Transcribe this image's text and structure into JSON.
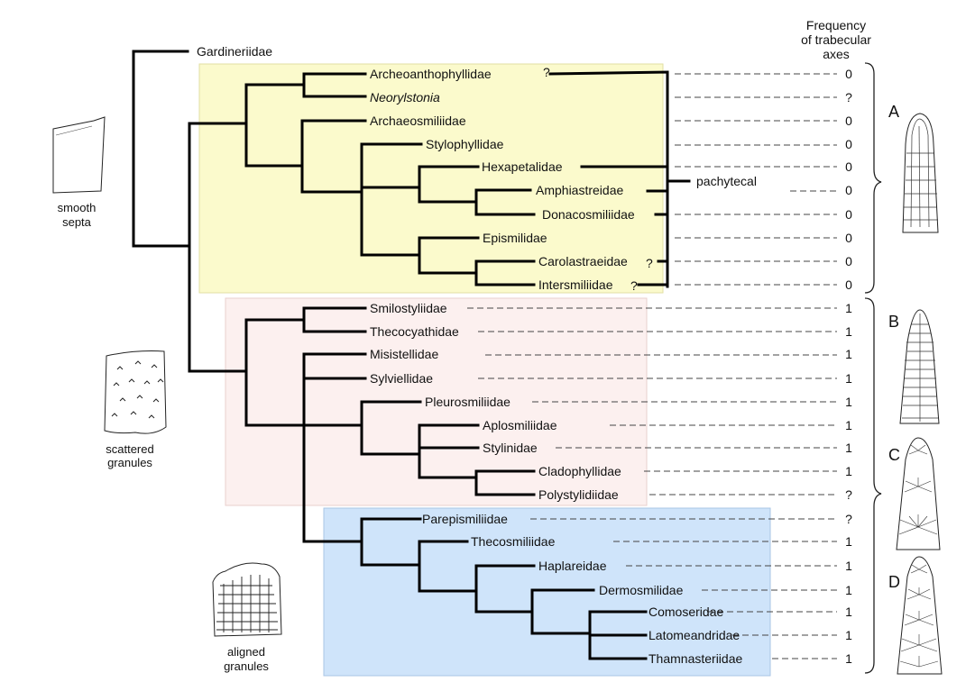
{
  "header": {
    "line1": "Frequency",
    "line2": "of trabecular",
    "line3": "axes"
  },
  "colors": {
    "group_a_background": "#fbfacc",
    "group_b_background": "#fcf0ef",
    "group_d_background": "#cfe4fa",
    "tree_lines": "#000000"
  },
  "outgroup": "Gardineriidae",
  "taxa": [
    {
      "name": "Archeoanthophyllidae",
      "frequency": "0",
      "mark": "?"
    },
    {
      "name": "Neorylstonia",
      "frequency": "?",
      "italic": true
    },
    {
      "name": "Archaeosmiliidae",
      "frequency": "0"
    },
    {
      "name": "Stylophyllidae",
      "frequency": "0"
    },
    {
      "name": "Hexapetalidae",
      "frequency": "0"
    },
    {
      "name": "Amphiastreidae",
      "frequency": "0"
    },
    {
      "name": "Donacosmiliidae",
      "frequency": "0"
    },
    {
      "name": "Epismilidae",
      "frequency": "0"
    },
    {
      "name": "Carolastraeidae",
      "frequency": "0",
      "mark": "?"
    },
    {
      "name": "Intersmiliidae",
      "frequency": "0",
      "mark": "?"
    },
    {
      "name": "Smilostyliidae",
      "frequency": "1"
    },
    {
      "name": "Thecocyathidae",
      "frequency": "1"
    },
    {
      "name": "Misistellidae",
      "frequency": "1"
    },
    {
      "name": "Sylviellidae",
      "frequency": "1"
    },
    {
      "name": "Pleurosmiliidae",
      "frequency": "1"
    },
    {
      "name": "Aplosmiliidae",
      "frequency": "1"
    },
    {
      "name": "Stylinidae",
      "frequency": "1"
    },
    {
      "name": "Cladophyllidae",
      "frequency": "1"
    },
    {
      "name": "Polystylidiidae",
      "frequency": "?"
    },
    {
      "name": "Parepismiliidae",
      "frequency": "?"
    },
    {
      "name": "Thecosmiliidae",
      "frequency": "1"
    },
    {
      "name": "Haplareidae",
      "frequency": "1"
    },
    {
      "name": "Dermosmilidae",
      "frequency": "1"
    },
    {
      "name": "Comoseridae",
      "frequency": "1"
    },
    {
      "name": "Latomeandridae",
      "frequency": "1"
    },
    {
      "name": "Thamnasteriidae",
      "frequency": "1"
    }
  ],
  "pachythecal_label": "pachytecal",
  "septa_types": {
    "smooth": [
      "smooth",
      "septa"
    ],
    "scattered": [
      "scattered",
      "granules"
    ],
    "aligned": [
      "aligned",
      "granules"
    ]
  },
  "groups": [
    "A",
    "B",
    "C",
    "D"
  ],
  "icons": {
    "smooth_septum": "smooth-septum-sketch",
    "scattered_septum": "scattered-granules-septum-sketch",
    "aligned_septum": "aligned-granules-septum-sketch",
    "trabecular_a": "pachythecal-trabecular-section-sketch",
    "trabecular_b": "single-axis-trabecula-sketch",
    "trabecular_c": "fan-trabecula-sketch",
    "trabecular_d": "stacked-fan-trabecula-sketch"
  }
}
